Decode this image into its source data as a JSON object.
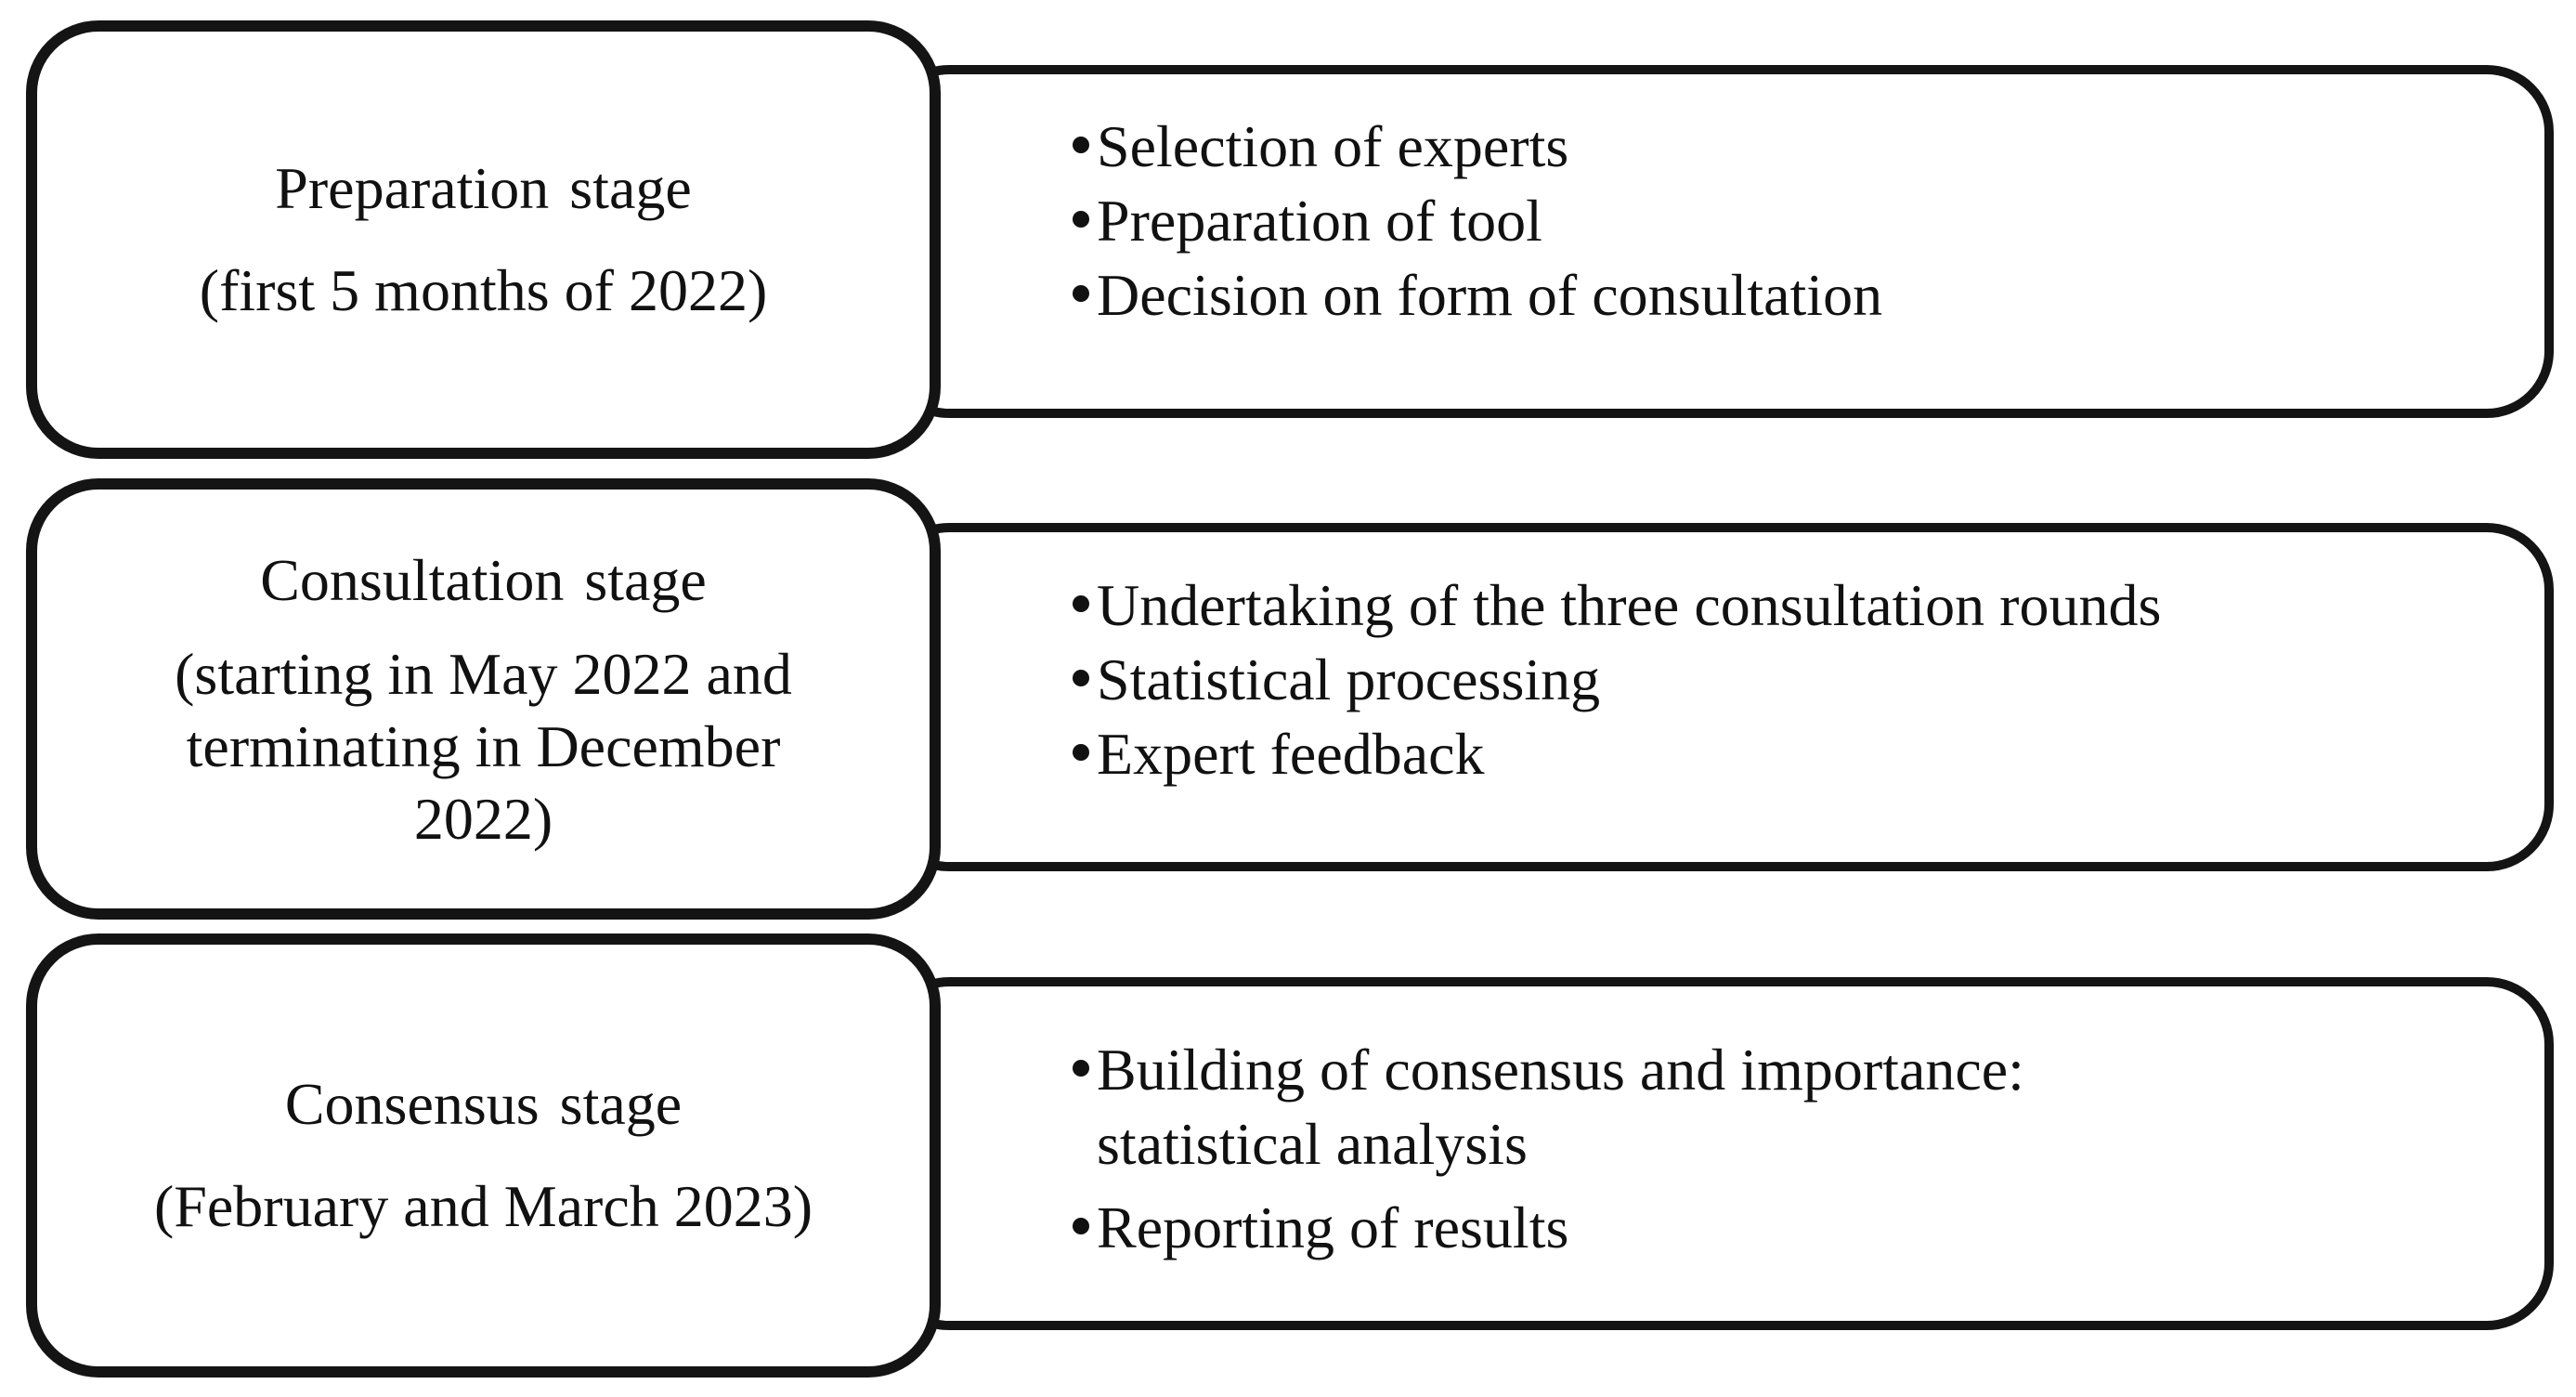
{
  "stages": [
    {
      "title": "Preparation  stage",
      "period": "(first 5 months of 2022)",
      "items": [
        "Selection of experts",
        "Preparation of tool",
        "Decision on form of consultation"
      ]
    },
    {
      "title": "Consultation  stage",
      "period": "(starting in May 2022 and terminating in December 2022)",
      "items": [
        "Undertaking of the three consultation rounds",
        "Statistical processing",
        "Expert feedback"
      ]
    },
    {
      "title": "Consensus stage",
      "period": "(February and March 2023)",
      "items": [
        "Building of consensus and importance:\nstatistical analysis",
        "Reporting of results"
      ]
    }
  ]
}
